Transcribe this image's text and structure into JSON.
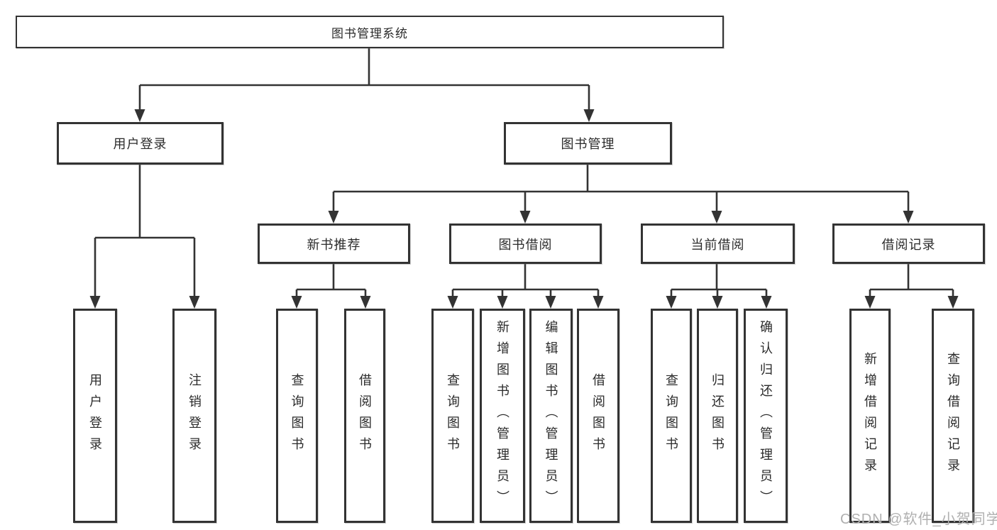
{
  "tree": {
    "root": "图书管理系统",
    "children": [
      {
        "label": "用户登录",
        "children": [
          "用户登录",
          "注销登录"
        ]
      },
      {
        "label": "图书管理",
        "children": [
          {
            "label": "新书推荐",
            "children": [
              "查询图书",
              "借阅图书"
            ]
          },
          {
            "label": "图书借阅",
            "children": [
              "查询图书",
              "新增图书（管理员）",
              "编辑图书（管理员）",
              "借阅图书"
            ]
          },
          {
            "label": "当前借阅",
            "children": [
              "查询图书",
              "归还图书",
              "确认归还（管理员）"
            ]
          },
          {
            "label": "借阅记录",
            "children": [
              "新增借阅记录",
              "查询借阅记录"
            ]
          }
        ]
      }
    ]
  },
  "watermark": {
    "text": "CSDN @软件_小贺同学"
  },
  "colors": {
    "line": "#333333",
    "text": "#2b2b2b",
    "watermark": "#b0b0b0",
    "background": "#ffffff"
  }
}
